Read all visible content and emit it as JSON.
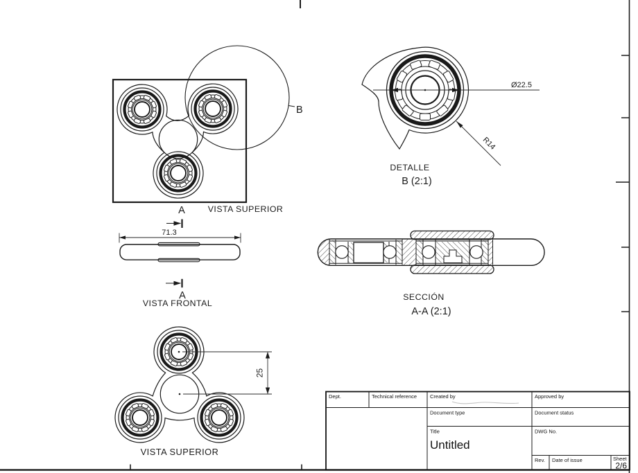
{
  "views": {
    "top_boxed": {
      "label": "VISTA SUPERIOR",
      "cut_label": "A",
      "detail_label": "B"
    },
    "front": {
      "label": "VISTA FRONTAL",
      "cut_label": "A",
      "width_dim": "71.3"
    },
    "detail": {
      "name": "DETALLE",
      "scale": "B (2:1)",
      "diameter_dim": "Ø22.5",
      "radius_dim": "R14"
    },
    "section": {
      "name": "SECCIÓN",
      "scale": "A-A (2:1)"
    },
    "bottom_top": {
      "label": "VISTA SUPERIOR",
      "distance_dim": "25"
    }
  },
  "title_block": {
    "dept_label": "Dept.",
    "technical_reference_label": "Technical reference",
    "created_by_label": "Created by",
    "approved_by_label": "Approved by",
    "document_type_label": "Document type",
    "document_status_label": "Document status",
    "title_label": "Title",
    "title_value": "Untitled",
    "dwg_no_label": "DWG No.",
    "rev_label": "Rev.",
    "date_of_issue_label": "Date of issue",
    "sheet_label": "Sheet",
    "sheet_value": "2/6"
  },
  "colors": {
    "line": "#1a1a1a",
    "background": "#ffffff"
  }
}
